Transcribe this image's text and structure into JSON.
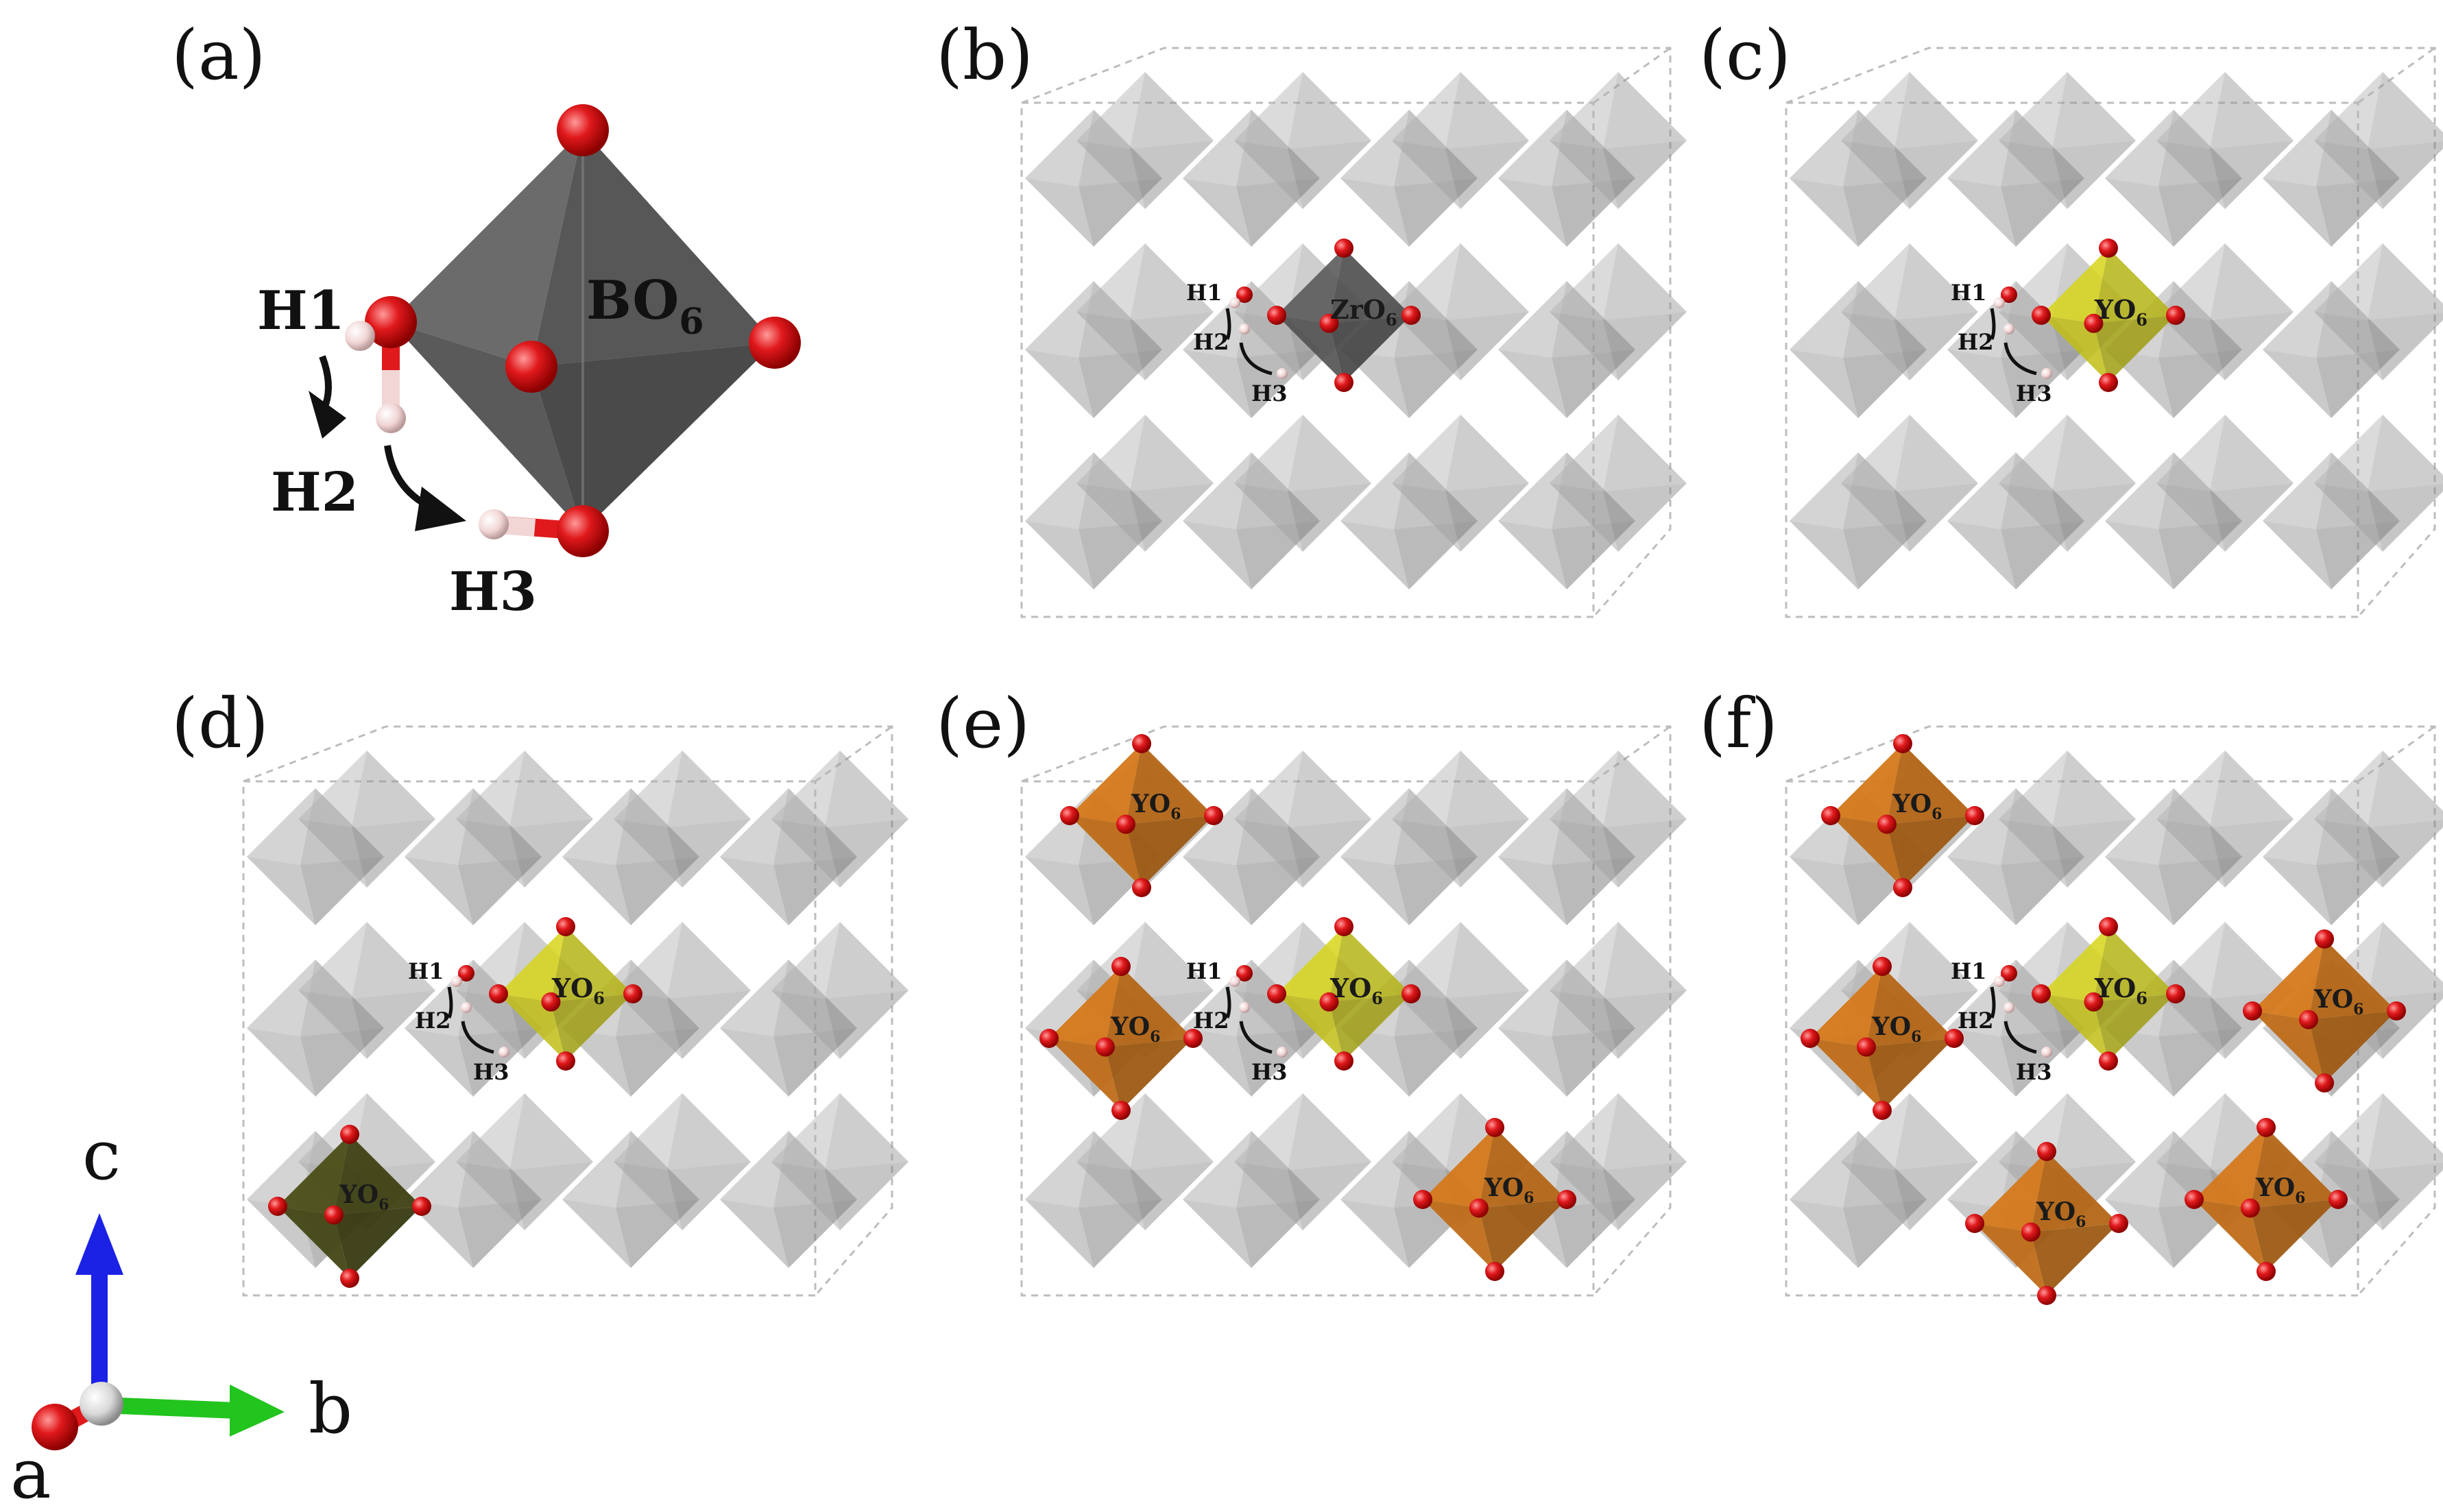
{
  "panels": {
    "a": {
      "label": "(a)",
      "octahedron_label": "BO",
      "octahedron_sub": "6",
      "sites": [
        "H1",
        "H2",
        "H3"
      ]
    },
    "b": {
      "label": "(b)",
      "center_label": "ZrO",
      "center_sub": "6",
      "sites": [
        "H1",
        "H2",
        "H3"
      ]
    },
    "c": {
      "label": "(c)",
      "center_label": "YO",
      "center_sub": "6",
      "sites": [
        "H1",
        "H2",
        "H3"
      ]
    },
    "d": {
      "label": "(d)",
      "center_label": "YO",
      "center_sub": "6",
      "extra_label": "YO",
      "extra_sub": "6",
      "sites": [
        "H1",
        "H2",
        "H3"
      ]
    },
    "e": {
      "label": "(e)",
      "center_label": "YO",
      "center_sub": "6",
      "extra_label": "YO",
      "extra_sub": "6",
      "sites": [
        "H1",
        "H2",
        "H3"
      ]
    },
    "f": {
      "label": "(f)",
      "center_label": "YO",
      "center_sub": "6",
      "extra_label": "YO",
      "extra_sub": "6",
      "sites": [
        "H1",
        "H2",
        "H3"
      ]
    }
  },
  "axes": {
    "c": "c",
    "b": "b",
    "a": "a"
  },
  "colors": {
    "gray_oct": "#b9b9b9",
    "dark_gray": "#5f5f5f",
    "yellow": "#e3e11a",
    "olive": "#4f5218",
    "orange": "#e07f1c",
    "oxygen": "#e0191c",
    "hydrogen": "#f2d6d6",
    "axis_c": "#1b22e6",
    "axis_b": "#22c41e"
  }
}
